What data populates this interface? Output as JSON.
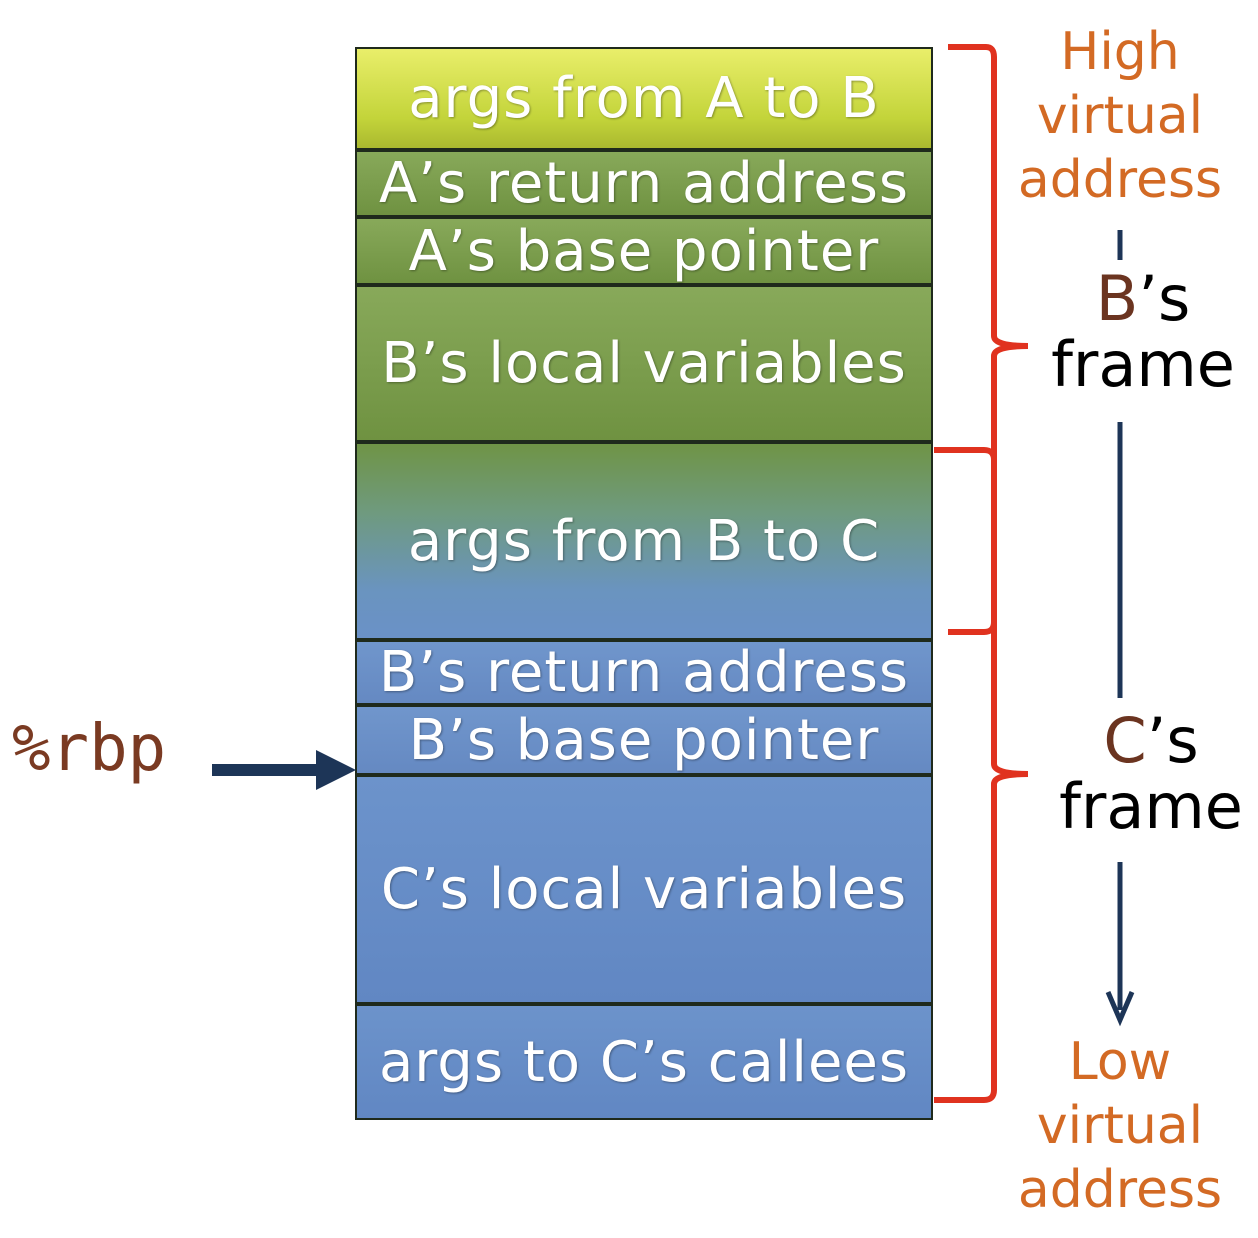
{
  "stack_blocks": [
    {
      "label": "args from A to B"
    },
    {
      "label": "A’s return address"
    },
    {
      "label": "A’s base pointer"
    },
    {
      "label": "B’s local variables"
    },
    {
      "label": "args from B to C"
    },
    {
      "label": "B’s return address"
    },
    {
      "label": "B’s base pointer"
    },
    {
      "label": "C’s local variables"
    },
    {
      "label": "args to C’s callees"
    }
  ],
  "high_address": {
    "line1": "High",
    "line2": "virtual",
    "line3": "address"
  },
  "low_address": {
    "line1": "Low",
    "line2": "virtual",
    "line3": "address"
  },
  "b_frame": {
    "name": "B",
    "suffix": "’s",
    "word": "frame"
  },
  "c_frame": {
    "name": "C",
    "suffix": "’s",
    "word": "frame"
  },
  "register": {
    "label": "%rbp"
  },
  "colors": {
    "bracket": "#e0321f",
    "arrow": "#1d3557",
    "address_label": "#d36a24"
  }
}
